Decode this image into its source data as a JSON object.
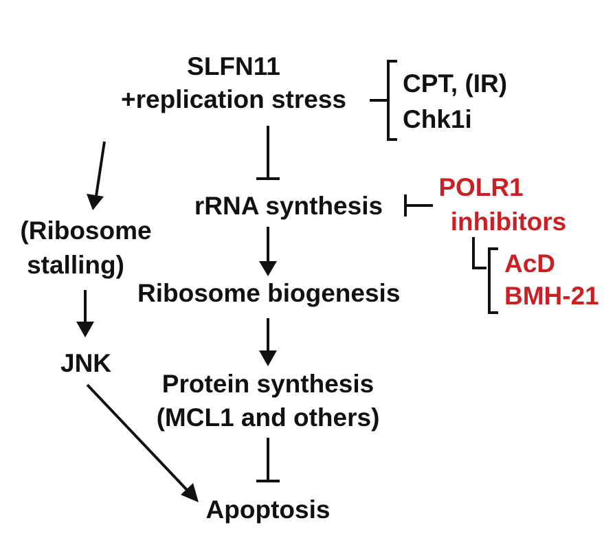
{
  "colors": {
    "ink": "#111111",
    "inhibitor_red": "#cc1f24",
    "background": "#ffffff"
  },
  "nodes": {
    "slfn11": "SLFN11",
    "replication_stress": "+replication stress",
    "cpt_ir": "CPT, (IR)",
    "chk1i": "Chk1i",
    "rrna_synthesis": "rRNA synthesis",
    "polr1": "POLR1",
    "inhibitors": "inhibitors",
    "acd": "AcD",
    "bmh21": "BMH-21",
    "ribosome_stalling_1": "(Ribosome",
    "ribosome_stalling_2": "stalling)",
    "ribosome_biogenesis": "Ribosome biogenesis",
    "jnk": "JNK",
    "protein_synthesis": "Protein synthesis",
    "mcl1_others": "(MCL1 and others)",
    "apoptosis": "Apoptosis"
  },
  "edges": [
    {
      "from": "SLFN11 +replication stress",
      "to": "rRNA synthesis",
      "type": "inhibits"
    },
    {
      "from": "CPT, (IR) / Chk1i",
      "to": "SLFN11 +replication stress",
      "type": "bracket"
    },
    {
      "from": "POLR1 inhibitors",
      "to": "rRNA synthesis",
      "type": "inhibits"
    },
    {
      "from": "AcD / BMH-21",
      "to": "POLR1 inhibitors",
      "type": "bracket"
    },
    {
      "from": "rRNA synthesis",
      "to": "Ribosome biogenesis",
      "type": "activates"
    },
    {
      "from": "Ribosome biogenesis",
      "to": "Protein synthesis",
      "type": "activates"
    },
    {
      "from": "Protein synthesis",
      "to": "Apoptosis",
      "type": "inhibits"
    },
    {
      "from": "SLFN11 +replication stress",
      "to": "(Ribosome stalling)",
      "type": "activates"
    },
    {
      "from": "(Ribosome stalling)",
      "to": "JNK",
      "type": "activates"
    },
    {
      "from": "JNK",
      "to": "Apoptosis",
      "type": "activates"
    }
  ]
}
